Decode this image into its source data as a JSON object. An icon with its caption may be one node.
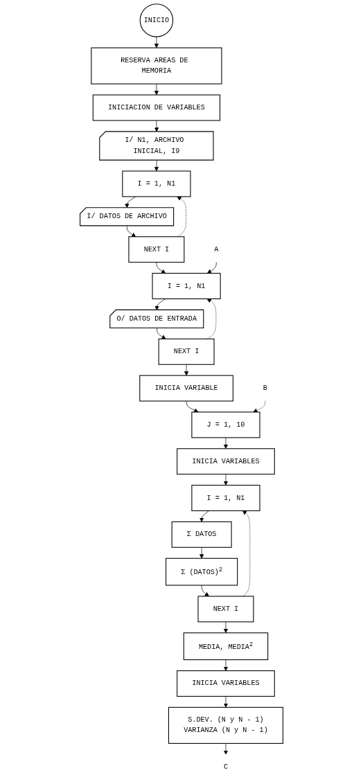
{
  "diagram": {
    "nodes": [
      {
        "text": [
          "INICIO"
        ]
      },
      {
        "text": [
          "RESERVA AREAS DE MEMORIA"
        ]
      },
      {
        "text": [
          "INICIACION DE VARIABLES"
        ]
      },
      {
        "text": [
          "I/ N1, ARCHIVO INICIAL, I9"
        ]
      },
      {
        "text": [
          "I = 1, N1"
        ]
      },
      {
        "text": [
          "I/ DATOS DE ARCHIVO"
        ]
      },
      {
        "text": [
          "NEXT I"
        ]
      },
      {
        "text": [
          "I = 1, N1"
        ]
      },
      {
        "text": [
          "O/ DATOS DE ENTRADA"
        ]
      },
      {
        "text": [
          "NEXT I"
        ]
      },
      {
        "text": [
          "INICIA VARIABLE"
        ]
      },
      {
        "text": [
          "J = 1, 10"
        ]
      },
      {
        "text": [
          "INICIA VARIABLES"
        ]
      },
      {
        "text": [
          "I = 1, N1"
        ]
      },
      {
        "text": [
          "Σ DATOS"
        ]
      },
      {
        "text": [
          "Σ (DATOS)$^{2}$"
        ]
      },
      {
        "text": [
          "NEXT I"
        ]
      },
      {
        "text": [
          "MEDIA, MEDIA$^{2}$"
        ]
      },
      {
        "text": [
          "INICIA VARIABLES"
        ]
      },
      {
        "text": [
          "S.DEV. (N y N - 1)",
          "VARIANZA (N y N - 1)"
        ]
      },
      {
        "text": [
          "C"
        ]
      },
      {
        "text": [
          "A"
        ]
      },
      {
        "text": [
          "B"
        ]
      }
    ],
    "edges": [
      {
        "from": 0,
        "to": 1,
        "arrow": "to"
      },
      {
        "from": 1,
        "to": 2,
        "arrow": "to"
      },
      {
        "from": 2,
        "to": 3,
        "arrow": "to"
      },
      {
        "from": 3,
        "to": 4,
        "arrow": "to"
      },
      {
        "from": 4,
        "to": 5,
        "arrow": "to"
      },
      {
        "from": 5,
        "to": 6,
        "arrow": "to"
      },
      {
        "from": 6,
        "to": 4,
        "arrow": "to",
        "style": "dashed"
      },
      {
        "from": 6,
        "to": 7,
        "arrow": "to"
      },
      {
        "from": 21,
        "to": 7,
        "arrow": "to"
      },
      {
        "from": 7,
        "to": 8,
        "arrow": "to"
      },
      {
        "from": 8,
        "to": 9,
        "arrow": "to"
      },
      {
        "from": 9,
        "to": 7,
        "arrow": "to",
        "style": "dashed"
      },
      {
        "from": 9,
        "to": 10,
        "arrow": "to"
      },
      {
        "from": 10,
        "to": 11,
        "arrow": "to"
      },
      {
        "from": 22,
        "to": 11,
        "arrow": "to",
        "style": "dashed"
      },
      {
        "from": 11,
        "to": 12,
        "arrow": "to"
      },
      {
        "from": 12,
        "to": 13,
        "arrow": "to"
      },
      {
        "from": 13,
        "to": 14,
        "arrow": "to"
      },
      {
        "from": 14,
        "to": 15,
        "arrow": "to"
      },
      {
        "from": 15,
        "to": 16,
        "arrow": "to"
      },
      {
        "from": 16,
        "to": 13,
        "arrow": "to",
        "style": "dashed"
      },
      {
        "from": 16,
        "to": 17,
        "arrow": "to"
      },
      {
        "from": 17,
        "to": 18,
        "arrow": "to"
      },
      {
        "from": 18,
        "to": 19,
        "arrow": "to"
      },
      {
        "from": 19,
        "to": 20,
        "arrow": "to"
      }
    ]
  }
}
